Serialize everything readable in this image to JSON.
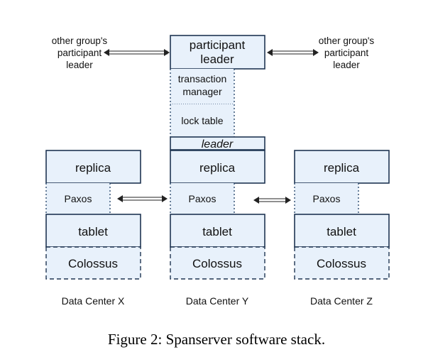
{
  "caption": "Figure 2: Spanserver software stack.",
  "side_labels": {
    "left": [
      "other group's",
      "participant",
      "leader"
    ],
    "right": [
      "other group's",
      "participant",
      "leader"
    ]
  },
  "center": {
    "participant_leader": [
      "participant",
      "leader"
    ],
    "transaction_manager": [
      "transaction",
      "manager"
    ],
    "lock_table": "lock table",
    "leader_tag": "leader"
  },
  "stack_labels": {
    "replica": "replica",
    "paxos": "Paxos",
    "tablet": "tablet",
    "colossus": "Colossus"
  },
  "data_centers": [
    "Data Center X",
    "Data Center Y",
    "Data Center Z"
  ]
}
